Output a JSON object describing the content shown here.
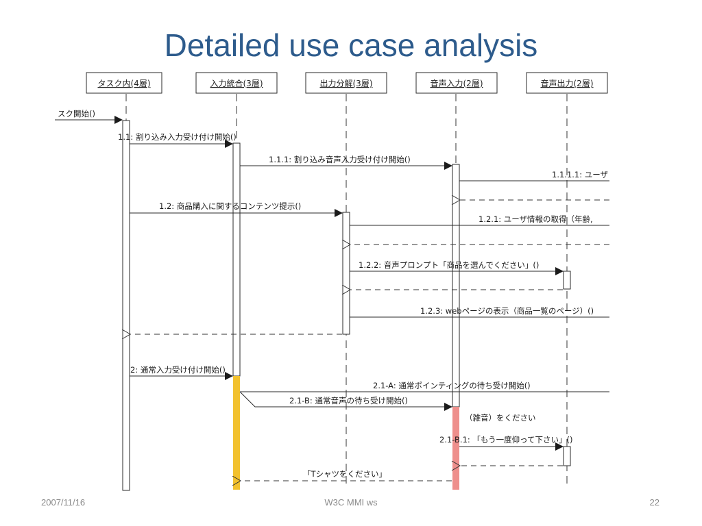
{
  "slide": {
    "title": "Detailed use case analysis",
    "footer_date": "2007/11/16",
    "footer_center": "W3C MMI ws",
    "page_number": "22"
  },
  "diagram": {
    "lifelines": [
      {
        "label": "タスク内(4層)"
      },
      {
        "label": "入力統合(3層)"
      },
      {
        "label": "出力分解(3層)"
      },
      {
        "label": "音声入力(2層)"
      },
      {
        "label": "音声出力(2層)"
      }
    ],
    "messages": [
      {
        "label": "スク開始()"
      },
      {
        "label": "1.1: 割り込み入力受け付け開始()"
      },
      {
        "label": "1.1.1: 割り込み音声入力受け付け開始()"
      },
      {
        "label": "1.1.1.1: ユーザ"
      },
      {
        "label": "1.2: 商品購入に関するコンテンツ提示()"
      },
      {
        "label": "1.2.1: ユーザ情報の取得（年齢,"
      },
      {
        "label": "1.2.2: 音声プロンプト「商品を選んでください」()"
      },
      {
        "label": "1.2.3: webページの表示（商品一覧のページ）()"
      },
      {
        "label": "2: 通常入力受け付け開始()"
      },
      {
        "label": "2.1-A: 通常ポインティングの待ち受け開始()"
      },
      {
        "label": "2.1-B: 通常音声の待ち受け開始()"
      },
      {
        "label": "（雑音）をください"
      },
      {
        "label": "2.1-B.1: 「もう一度仰って下さい」()"
      },
      {
        "label": "「Tシャツをください」"
      }
    ],
    "colors": {
      "line": "#2a2a2a",
      "activation_yellow": "#f2c12e",
      "activation_red": "#ee8f8c"
    }
  }
}
